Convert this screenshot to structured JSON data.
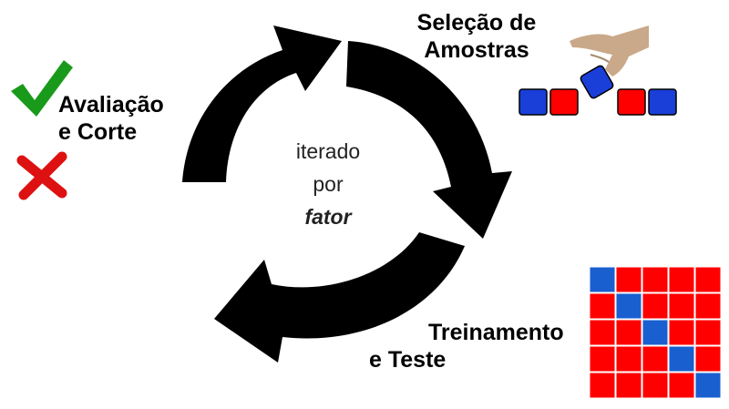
{
  "labels": {
    "sample_selection_line1": "Seleção de",
    "sample_selection_line2": "Amostras",
    "eval_line1": "Avaliação",
    "eval_line2": "e Corte",
    "train_line1": "Treinamento",
    "train_line2": "e Teste"
  },
  "center": {
    "line1": "iterado",
    "line2": "por",
    "line3": "fator"
  },
  "colors": {
    "arrow": "#000000",
    "check": "#1a9a1a",
    "cross": "#dd1111",
    "red_square": "#ff0000",
    "blue_square": "#1a3fd8",
    "hand": "#c9a98a",
    "matrix_red": "#ff0000",
    "matrix_blue": "#1a5fd0"
  },
  "icons": {
    "check": "check-icon",
    "cross": "cross-icon",
    "hand": "hand-picking-icon"
  },
  "sample_row": [
    "blue",
    "red",
    "gap",
    "red",
    "blue"
  ],
  "picked_sample": "blue",
  "matrix": {
    "rows": 5,
    "cols": 5,
    "diagonal_color": "blue",
    "off_diagonal_color": "red"
  }
}
